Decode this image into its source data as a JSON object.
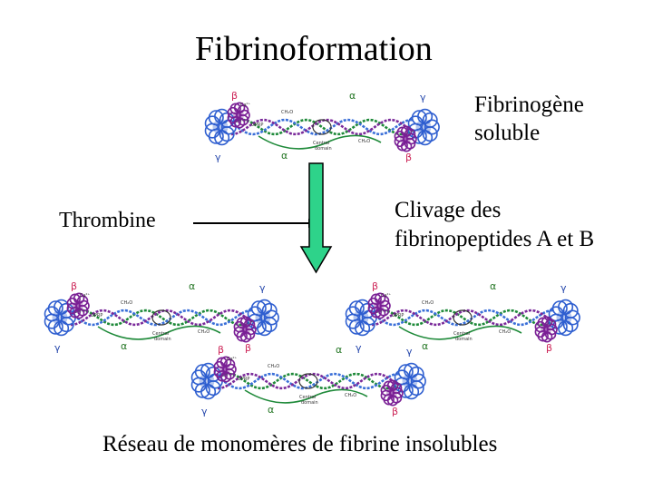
{
  "title": "Fibrinoformation",
  "fibrinogen": {
    "line1": "Fibrinogène",
    "line2": "soluble"
  },
  "thrombin": "Thrombine",
  "cleavage": {
    "line1": "Clivage des",
    "line2": "fibrinopeptides A et B"
  },
  "network": "Réseau de monomères de fibrine insolubles",
  "molecule_labels": {
    "alpha": "α",
    "beta": "β",
    "gamma": "γ",
    "central": "Central",
    "domain": "domain",
    "gprp": "GPRP",
    "ca": "Ca²⁺",
    "h2o": "CH₂O"
  },
  "colors": {
    "arrow_fill": "#2ed38a",
    "arrow_stroke": "#000000",
    "alpha_chain": "#1f8a3a",
    "beta_chain": "#3a6fd8",
    "gamma_chain": "#7a2a9a",
    "d_domain_blue": "#2f5fd0",
    "d_domain_purple": "#7a2095"
  }
}
